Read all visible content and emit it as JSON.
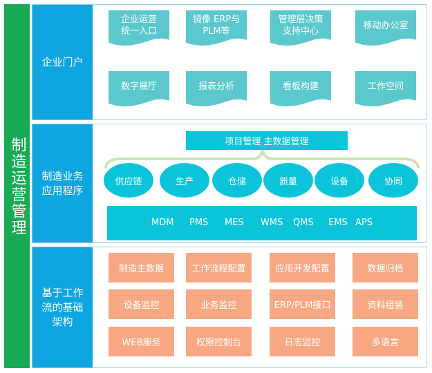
{
  "side_label": "制造运营管理",
  "sections": [
    {
      "label": "企业门户",
      "items": [
        "企业运营\n统一入口",
        "镜像 ERP与\nPLM等",
        "管理层决策\n支持中心",
        "移动办公室",
        "数字展厅",
        "报表分析",
        "看板构建",
        "工作空间"
      ]
    },
    {
      "label": "制造业务\n应用程序",
      "top_label": "项目管理  主数据管理",
      "modules": [
        "供应链",
        "生产",
        "仓储",
        "质量",
        "设备",
        "协同"
      ],
      "systems": [
        "MDM",
        "PMS",
        "MES",
        "WMS",
        "QMS",
        "EMS",
        "APS"
      ]
    },
    {
      "label": "基于工作\n流的基础\n架构",
      "items": [
        "制造主数据",
        "工作流程配置",
        "应用开发配置",
        "数据归档",
        "设备监控",
        "业务监控",
        "ERP/PLM接口",
        "资料组装",
        "WEB服务",
        "权限控制台",
        "日志监控",
        "多语言"
      ]
    }
  ],
  "colors": {
    "side_bar": "#1aaa55",
    "section_label": "#0ea5e0",
    "portal_item": "#5bc8cd",
    "app_item": "#0cc4d9",
    "infra_item": "#f7a883",
    "brace": "#c7e6b5"
  }
}
